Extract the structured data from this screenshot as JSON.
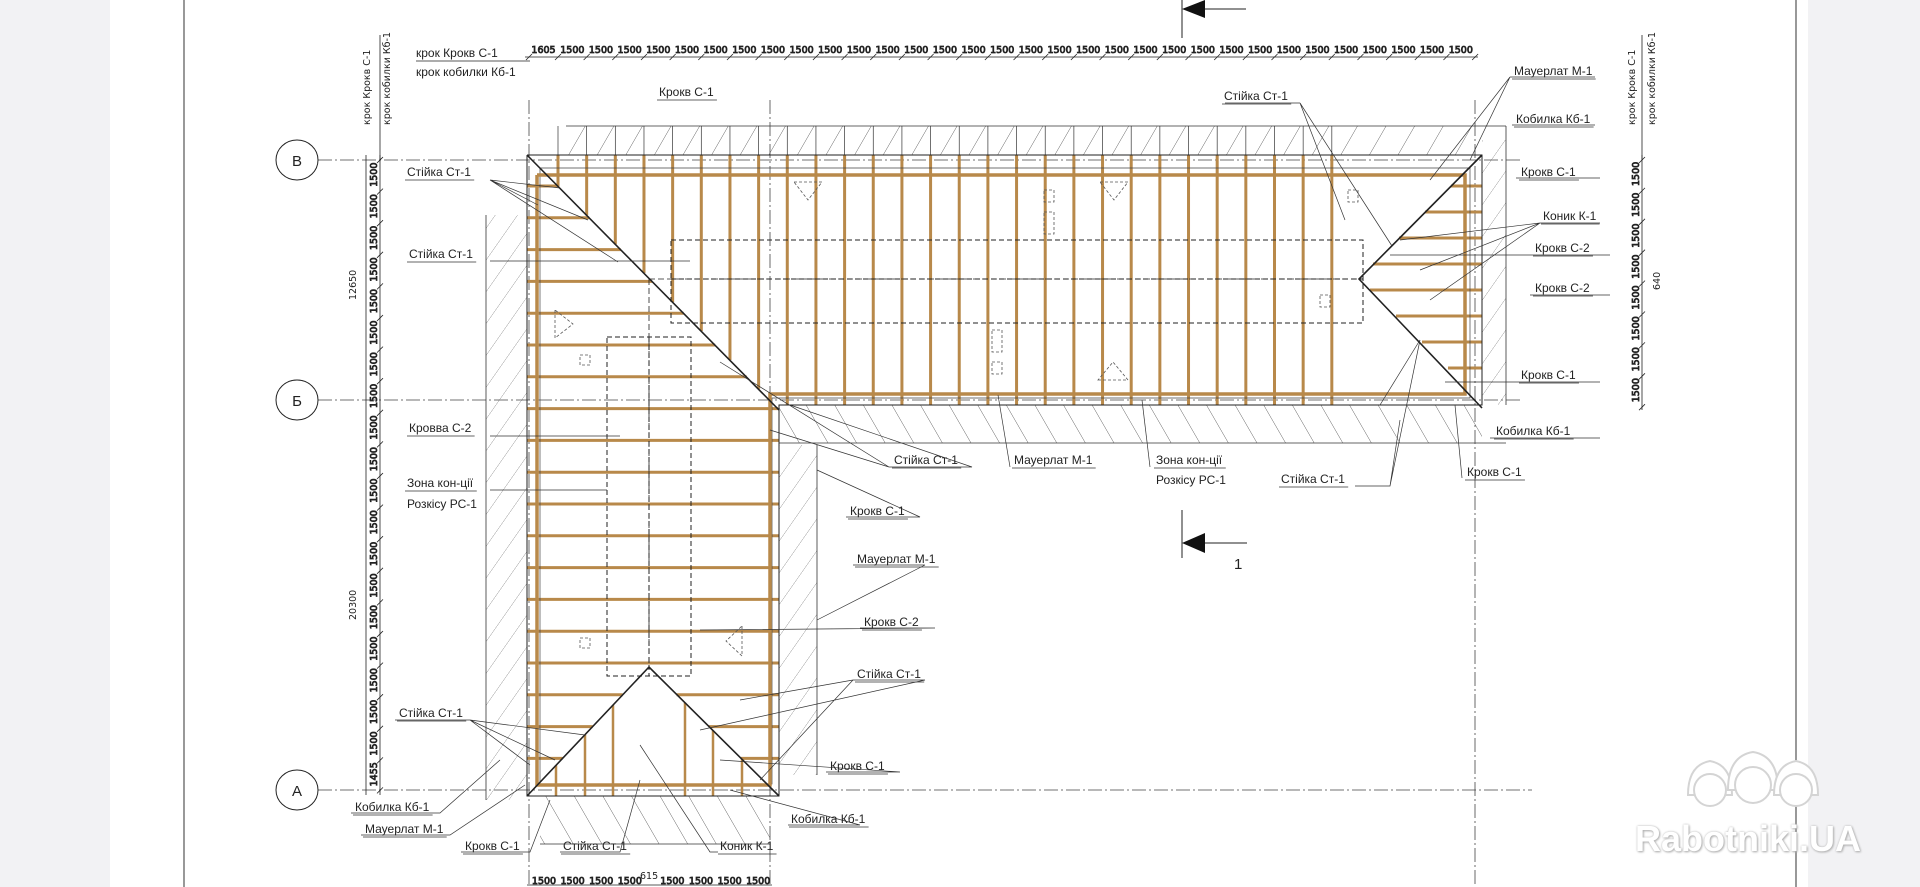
{
  "drawing": {
    "header_left": [
      "крок Крокв С-1",
      "крок кобилки Кб-1"
    ],
    "vertical_header_left": [
      "крок Крокв С-1",
      "крок кобилки Кб-1"
    ],
    "vertical_header_right": [
      "крок Крокв С-1",
      "крок кобилки Кб-1"
    ],
    "axes": {
      "top": "В",
      "middle": "Б",
      "bottom": "А"
    },
    "section_label": "1",
    "top_dims": [
      "1605",
      "1500",
      "1500",
      "1500",
      "1500",
      "1500",
      "1500",
      "1500",
      "1500",
      "1500",
      "1500",
      "1500",
      "1500",
      "1500",
      "1500",
      "1500",
      "1500",
      "1500",
      "1500",
      "1500",
      "1500",
      "1500",
      "1500",
      "1500",
      "1500",
      "1500",
      "1500",
      "1500",
      "1500",
      "1500",
      "1500",
      "1500",
      "1500"
    ],
    "left_dims": [
      "1500",
      "1500",
      "1500",
      "1500",
      "1500",
      "1500",
      "1500",
      "1500",
      "1500",
      "1500",
      "1500",
      "1500",
      "1500",
      "1500",
      "1500",
      "1500",
      "1500",
      "1500",
      "1500",
      "1455"
    ],
    "right_dims": [
      "1500",
      "1500",
      "1500",
      "1500",
      "1500",
      "1500",
      "1500",
      "1500"
    ],
    "bottom_dims": [
      "1500",
      "1500",
      "1500",
      "1500",
      "1500",
      "1500",
      "1500",
      "1500"
    ],
    "overall": {
      "upper_left": "12650",
      "lower_left": "20300",
      "right": "640",
      "bottom": "615"
    },
    "labels": [
      "Крокв С-1",
      "Стійка Ст-1",
      "Стійка Ст-1",
      "Кровва С-2",
      "Зона кон-ції",
      "Розкісу РС-1",
      "Стійка Ст-1",
      "Мауерлат М-1",
      "Зона кон-ції",
      "Розкісу РС-1",
      "Стійка Ст-1",
      "Крокв С-1",
      "Кобилка Кб-1",
      "Крокв С-1",
      "Крокв С-2",
      "Крокв С-2",
      "Коник К-1",
      "Крокв С-1",
      "Кобилка Кб-1",
      "Мауерлат М-1",
      "Стійка Ст-1",
      "Крокв С-1",
      "Мауерлат М-1",
      "Крокв С-2",
      "Стійка Ст-1",
      "Крокв С-1",
      "Стійка Ст-1",
      "Кобилка Кб-1",
      "Мауерлат М-1",
      "Крокв С-1",
      "Стійка Ст-1",
      "Коник К-1",
      "Кобилка Кб-1"
    ],
    "watermark": "Rabotniki.UA",
    "colors": {
      "timber": "#b8894a",
      "line": "#222222",
      "background": "#ffffff",
      "gutter": "#f2f2f4"
    }
  }
}
